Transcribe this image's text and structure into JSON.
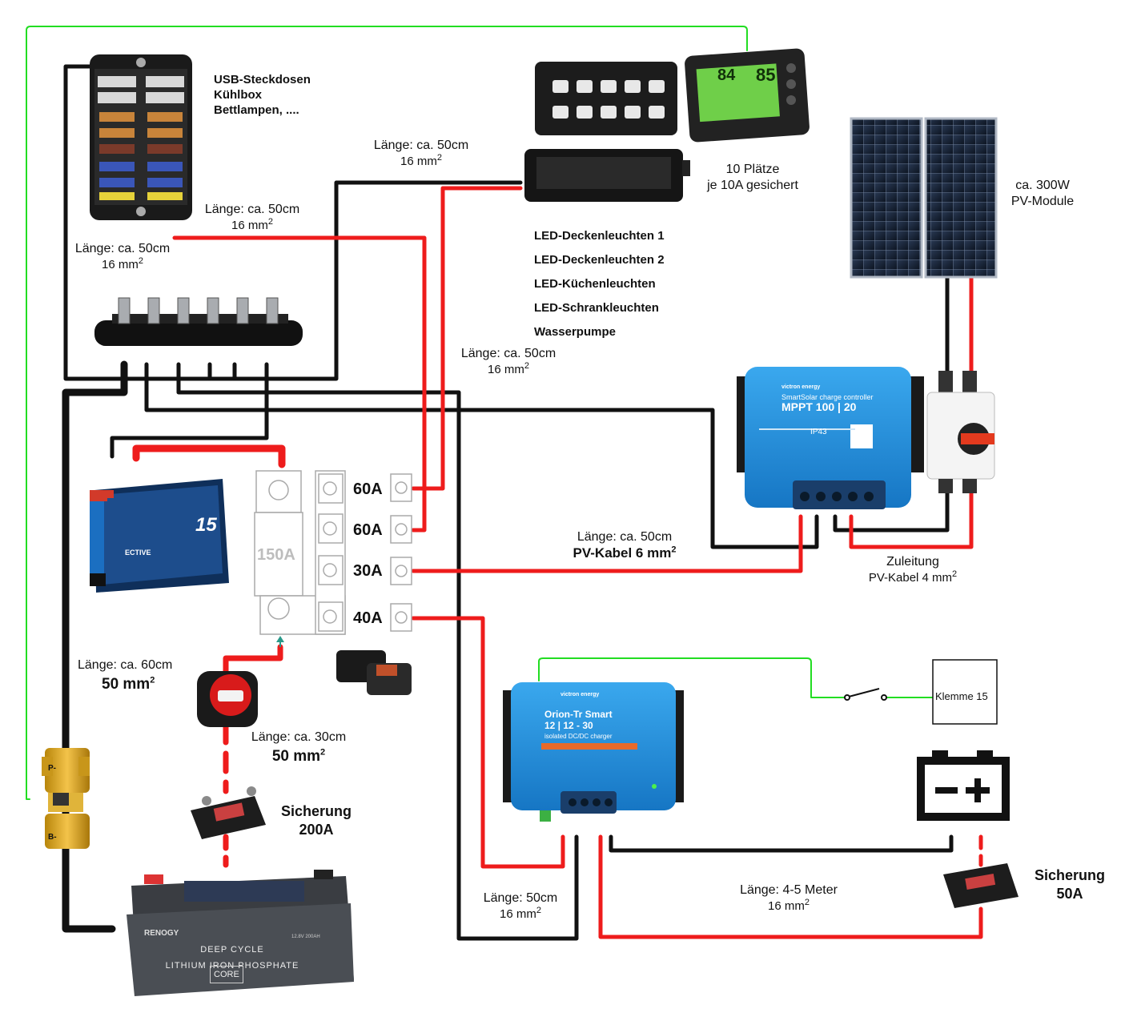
{
  "fuse_box": {
    "title_line1": "USB-Steckdosen",
    "title_line2": "Kühlbox",
    "title_line3": "Bettlampen, ...."
  },
  "controller": {
    "places_line1": "10 Plätze",
    "places_line2": "je 10A gesichert",
    "loads": [
      "LED-Deckenleuchten 1",
      "LED-Deckenleuchten 2",
      "LED-Küchenleuchten",
      "LED-Schrankleuchten",
      "Wasserpumpe"
    ],
    "monitor_percent": "85",
    "monitor_value": "84"
  },
  "pv": {
    "label_line1": "ca. 300W",
    "label_line2": "PV-Module",
    "feed_label": "Zuleitung",
    "feed_cable": "PV-Kabel 4 mm",
    "feed_cable_sup": "2"
  },
  "mppt": {
    "brand": "victron energy",
    "product": "SmartSolar charge controller",
    "model": "MPPT 100 | 20",
    "ip": "IP43"
  },
  "orion": {
    "brand": "victron energy",
    "model_line1": "Orion-Tr Smart",
    "model_line2": "12 | 12 - 30",
    "model_line3": "isolated DC/DC charger"
  },
  "inverter": {
    "model": "15",
    "brand": "ECTIVE"
  },
  "battery": {
    "brand": "RENOGY",
    "line1": "DEEP CYCLE",
    "line2": "LITHIUM IRON PHOSPHATE",
    "badge": "CORE",
    "spec": "12.8V 200AH"
  },
  "cables": {
    "fusebox_top": {
      "length": "Länge: ca. 50cm",
      "section": "16 mm",
      "sup": "2"
    },
    "fusebox_left": {
      "length": "Länge: ca. 50cm",
      "section": "16 mm",
      "sup": "2"
    },
    "controller_black": {
      "length": "Länge: ca. 50cm",
      "section": "16 mm",
      "sup": "2"
    },
    "controller_red": {
      "length": "Länge: ca. 50cm",
      "section": "16 mm",
      "sup": "2"
    },
    "pv_cable": {
      "length": "Länge: ca. 50cm",
      "section": "PV-Kabel 6 mm",
      "sup": "2"
    },
    "main_60": {
      "length": "Länge: ca. 60cm",
      "section": "50 mm",
      "sup": "2"
    },
    "main_30": {
      "length": "Länge: ca. 30cm",
      "section": "50 mm",
      "sup": "2"
    },
    "orion_in": {
      "length": "Länge: 50cm",
      "section": "16 mm",
      "sup": "2"
    },
    "orion_out": {
      "length": "Länge: 4-5 Meter",
      "section": "16 mm",
      "sup": "2"
    }
  },
  "fuses": {
    "main": "150A",
    "f1": "60A",
    "f2": "60A",
    "f3": "30A",
    "f4": "40A",
    "sicherung_200_line1": "Sicherung",
    "sicherung_200_line2": "200A",
    "sicherung_50_line1": "Sicherung",
    "sicherung_50_line2": "50A"
  },
  "klemme": "Klemme 15",
  "colors": {
    "red": "#ee1c1c",
    "black": "#111111",
    "green": "#22dd22",
    "victron_blue": "#1e8fd6"
  }
}
